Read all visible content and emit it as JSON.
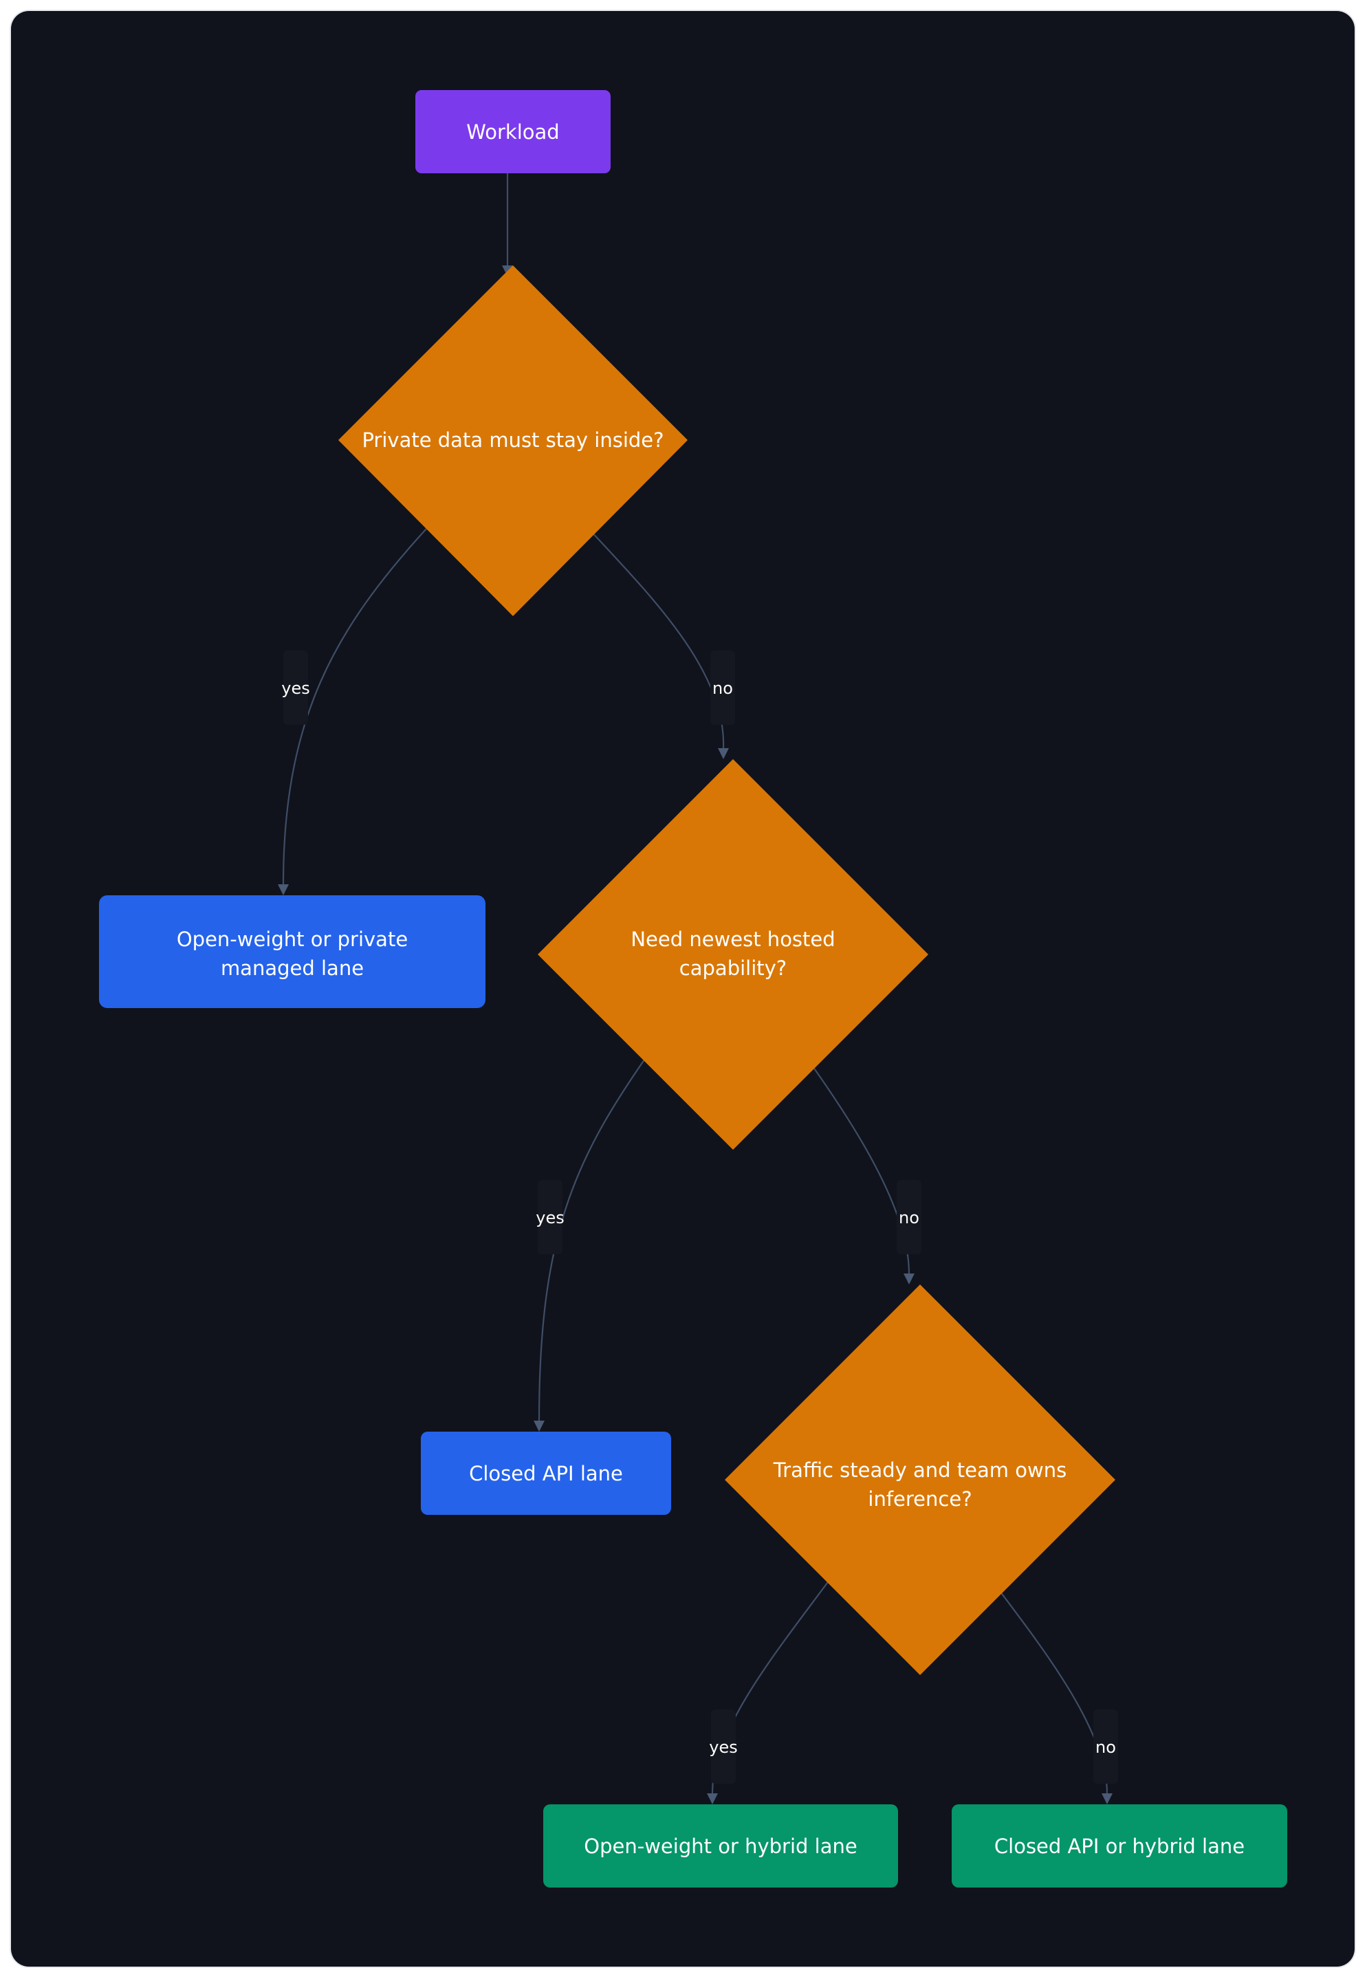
{
  "colors": {
    "background": "#10131c",
    "start": "#7c3aed",
    "decision": "#d97706",
    "closed_lane": "#2563eb",
    "final_lane": "#059669",
    "edge": "#3f4d66"
  },
  "nodes": {
    "workload": {
      "line1": "Workload"
    },
    "q_private": {
      "line1": "Private data must stay inside?"
    },
    "open_private": {
      "line1": "Open-weight or private",
      "line2": "managed lane"
    },
    "q_newest": {
      "line1": "Need newest hosted",
      "line2": "capability?"
    },
    "closed_api": {
      "line1": "Closed API lane"
    },
    "q_traffic": {
      "line1": "Traffic steady and team owns",
      "line2": "inference?"
    },
    "open_hybrid": {
      "line1": "Open-weight or hybrid lane"
    },
    "closed_hybrid": {
      "line1": "Closed API or hybrid lane"
    }
  },
  "edges": {
    "private_yes": "yes",
    "private_no": "no",
    "newest_yes": "yes",
    "newest_no": "no",
    "traffic_yes": "yes",
    "traffic_no": "no"
  }
}
